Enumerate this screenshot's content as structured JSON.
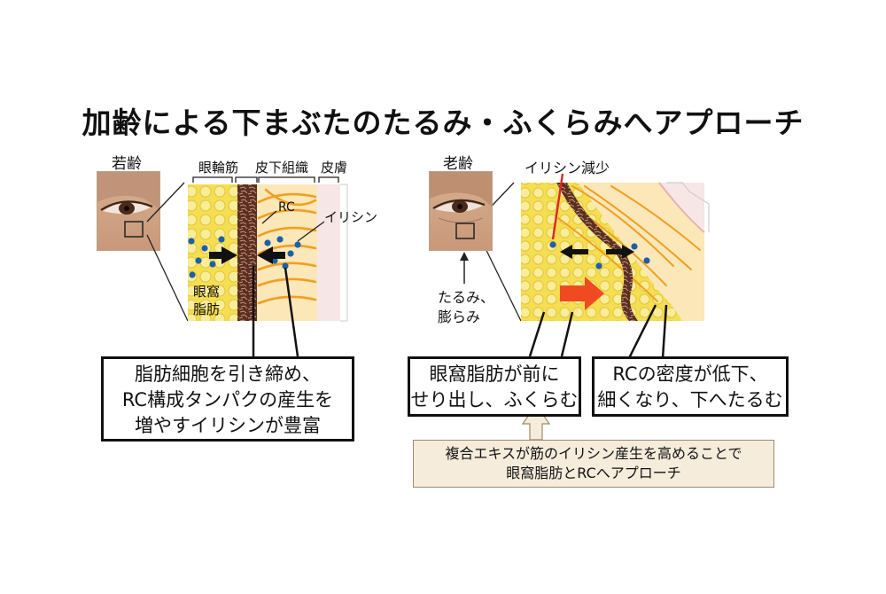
{
  "title": "加齢による下まぶたのたるみ・ふくらみへアプローチ",
  "young": {
    "label": "若齢",
    "col_labels": [
      "眼輪筋",
      "皮下組織",
      "皮膚"
    ],
    "rc_label": "RC",
    "irisin_label": "イリシン",
    "fat_label_1": "眼窩",
    "fat_label_2": "脂肪",
    "callout": [
      "脂肪細胞を引き締め、",
      "RC構成タンパクの産生を",
      "増やすイリシンが豊富"
    ]
  },
  "old": {
    "label": "老齢",
    "irisin_label": "イリシン減少",
    "sag_label_1": "たるみ、",
    "sag_label_2": "膨らみ",
    "callout_left": [
      "眼窩脂肪が前に",
      "せり出し、ふくらむ"
    ],
    "callout_right": [
      "RCの密度が低下、",
      "細くなり、下へたるむ"
    ]
  },
  "note": [
    "複合エキスが筋のイリシン産生を高めることで",
    "眼窩脂肪とRCへアプローチ"
  ],
  "colors": {
    "fat": "#f4de52",
    "fat_light": "#f9ed9a",
    "muscle": "#5a2e22",
    "fiber": "#f0a020",
    "skin": "#f7e6e6",
    "dot": "#1f5fa8",
    "red_arrow": "#f04a23",
    "note_bg": "#f5ecdc"
  }
}
